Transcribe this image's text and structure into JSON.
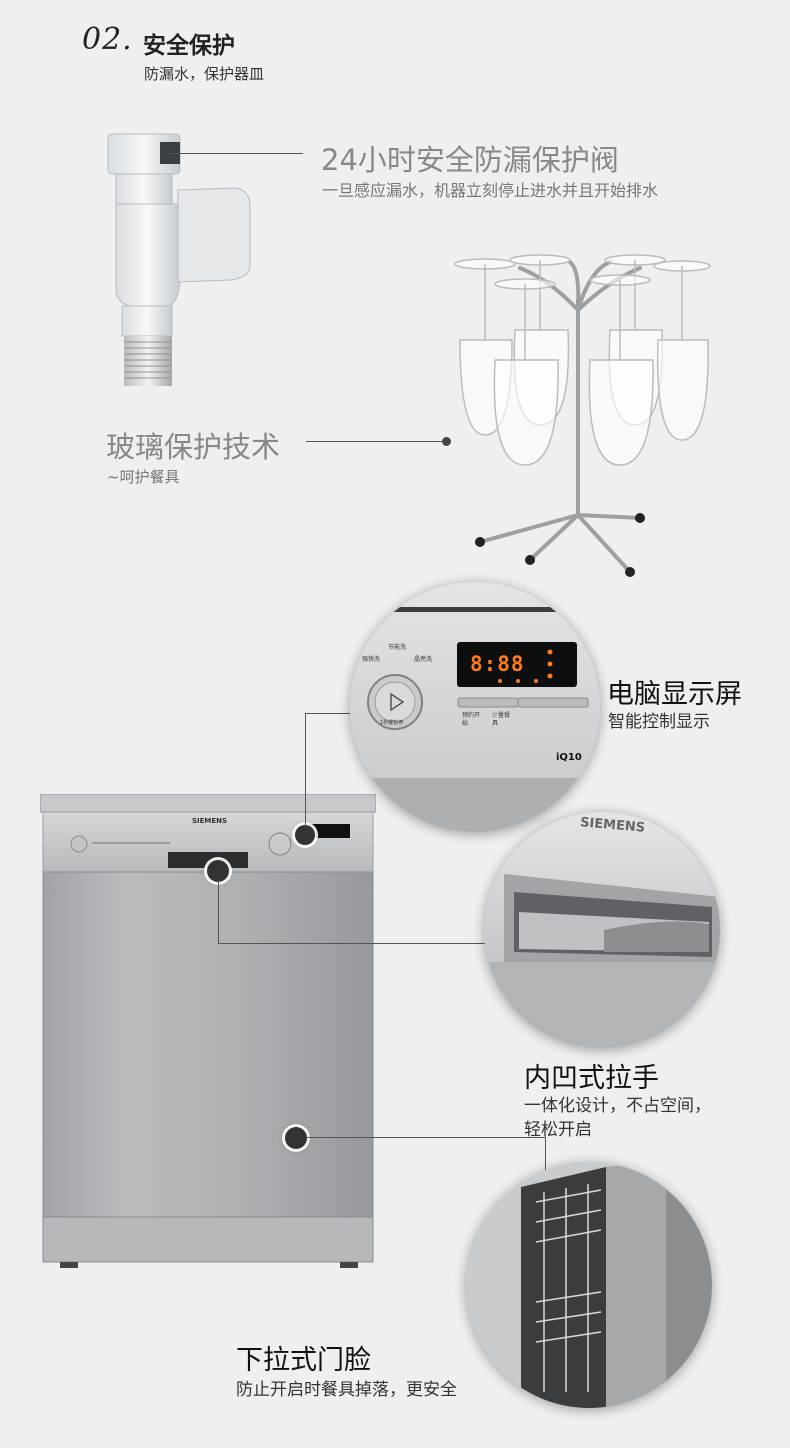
{
  "section": {
    "number": "02.",
    "title": "安全保护",
    "subtitle": "防漏水，保护器皿"
  },
  "valve": {
    "title": "24小时安全防漏保护阀",
    "desc": "一旦感应漏水，机器立刻停止进水并且开始排水"
  },
  "glass": {
    "title": "玻璃保护技术",
    "desc": "~呵护餐具"
  },
  "display": {
    "title": "电脑显示屏",
    "desc": "智能控制显示",
    "led_text": "8:88",
    "model_label": "iQ10",
    "program_labels": [
      "强快洗",
      "节能洗",
      "晶亮洗"
    ],
    "start_label": "1秒键暂停",
    "btn1_label": "预约开始",
    "btn2_label": "少量餐具"
  },
  "handle": {
    "title": "内凹式拉手",
    "desc_line1": "一体化设计，不占空间，",
    "desc_line2": "轻松开启"
  },
  "door": {
    "title": "下拉式门脸",
    "desc": "防止开启时餐具掉落，更安全"
  },
  "brand": "SIEMENS",
  "colors": {
    "background": "#efefef",
    "led": "#ff7a1a",
    "steel": "#a9acb0"
  }
}
